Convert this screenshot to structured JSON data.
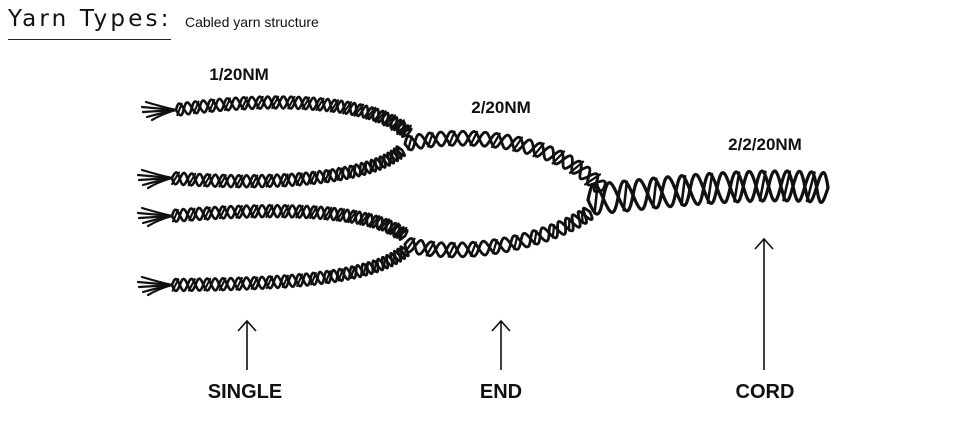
{
  "header": {
    "title": "Yarn Types:",
    "subtitle": "Cabled yarn structure"
  },
  "diagram": {
    "yarn_labels": {
      "single_count": "1/20NM",
      "end_count": "2/20NM",
      "cord_count": "2/2/20NM"
    },
    "stage_labels": {
      "single": "SINGLE",
      "end": "END",
      "cord": "CORD"
    }
  }
}
